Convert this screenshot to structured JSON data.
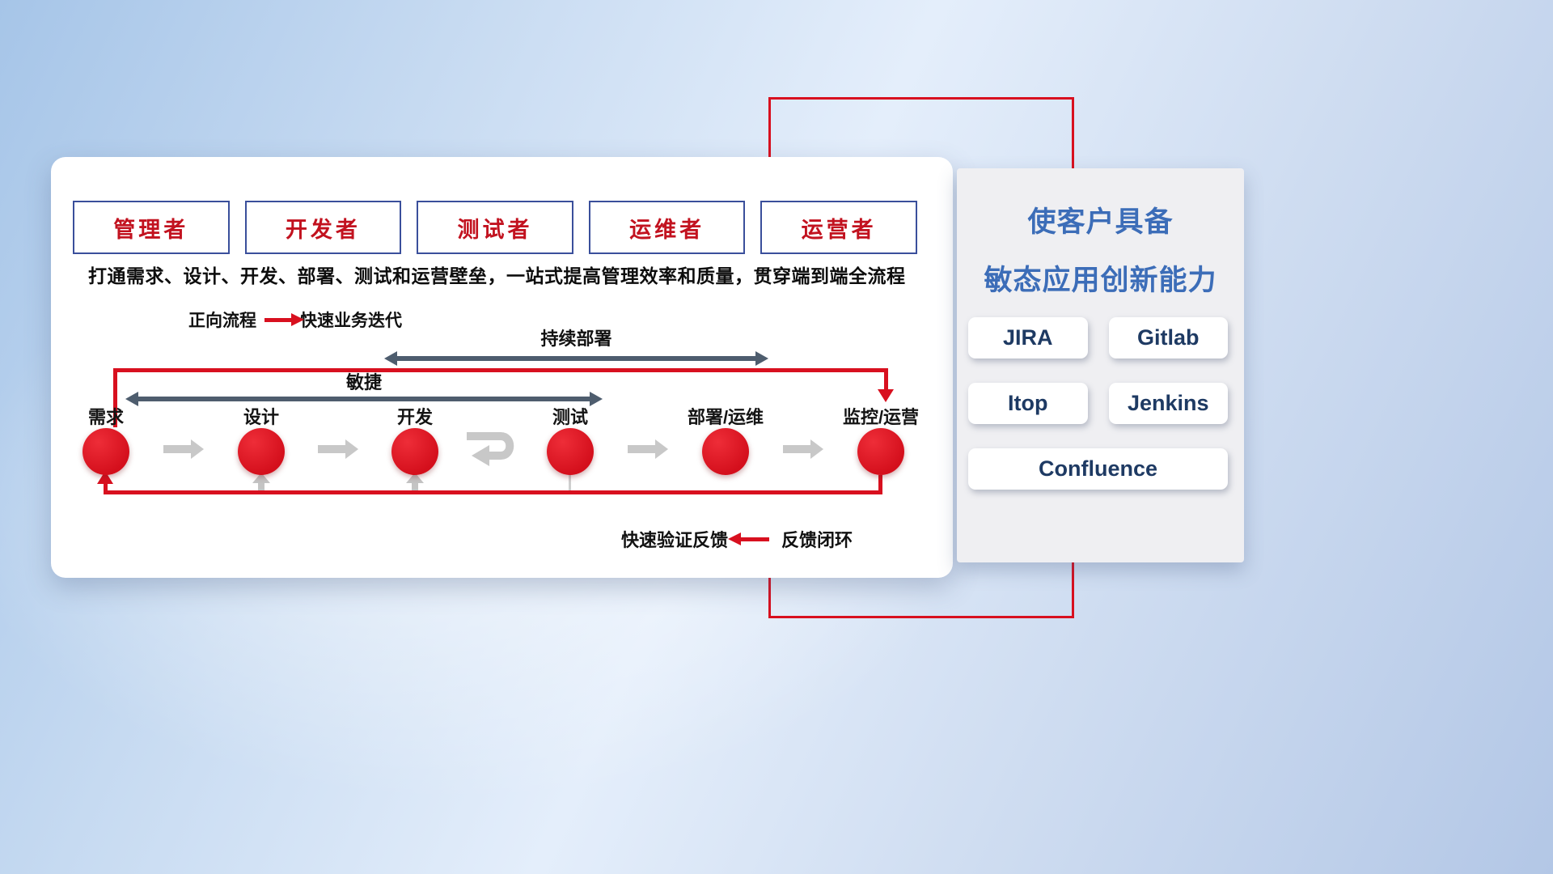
{
  "colors": {
    "accent_red": "#d8101f",
    "border_navy": "#3a4f9b",
    "role_text_red": "#c2121f",
    "panel_title_blue": "#3c6db8",
    "tool_text_navy": "#1e3a63",
    "dark_arrow_slate": "#4e5d6e",
    "gray_arrow": "#c8c8c8"
  },
  "workflow": {
    "roles": [
      "管理者",
      "开发者",
      "测试者",
      "运维者",
      "运营者"
    ],
    "description": "打通需求、设计、开发、部署、测试和运营壁垒，一站式提高管理效率和质量，贯穿端到端全流程",
    "forward_legend": {
      "label": "正向流程",
      "text": "快速业务迭代"
    },
    "continuous_deploy_label": "持续部署",
    "agile_label": "敏捷",
    "nodes": [
      "需求",
      "设计",
      "开发",
      "测试",
      "部署/运维",
      "监控/运营"
    ],
    "feedback_legend": {
      "text": "快速验证反馈",
      "label": "反馈闭环"
    }
  },
  "panel": {
    "title_line1": "使客户具备",
    "title_line2": "敏态应用创新能力",
    "tools": [
      "JIRA",
      "Gitlab",
      "Itop",
      "Jenkins",
      "Confluence"
    ]
  }
}
